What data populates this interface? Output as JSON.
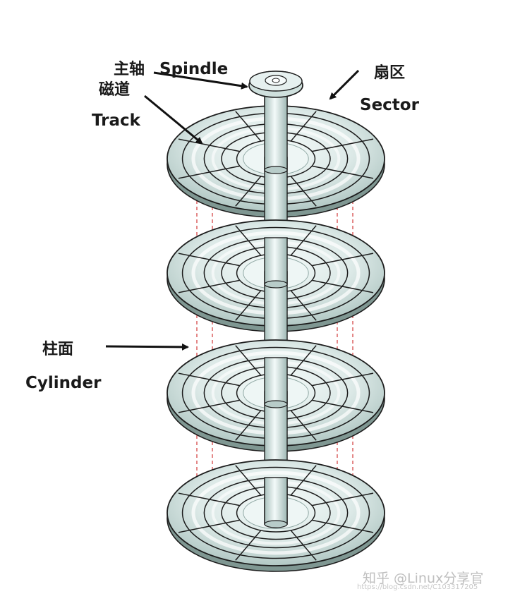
{
  "labels": {
    "spindle_cn": "主轴",
    "spindle_en": "Spindle",
    "track_cn": "磁道",
    "track_en": "Track",
    "sector_cn": "扇区",
    "sector_en": "Sector",
    "cylinder_cn": "柱面",
    "cylinder_en": "Cylinder"
  },
  "watermark": {
    "main": "知乎 @Linux分享官",
    "url": "https://blog.csdn.net/C103317205"
  },
  "colors": {
    "platter_light": "#e4efed",
    "platter_mid": "#b9cfcb",
    "platter_edge": "#7f9792",
    "line": "#1c1c1c",
    "cylinder_dash": "#d23a3a",
    "spindle": "#d8e7e5"
  }
}
